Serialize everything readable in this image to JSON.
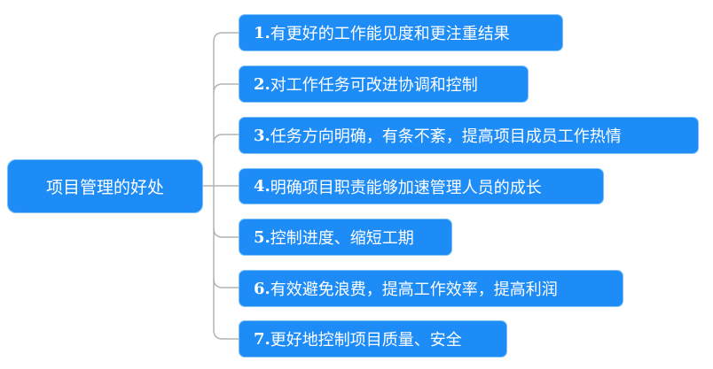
{
  "diagram": {
    "type": "mind-map",
    "root": {
      "label": "项目管理的好处"
    },
    "branches": [
      {
        "num": "1.",
        "text": "有更好的工作能见度和更注重结果"
      },
      {
        "num": "2.",
        "text": "对工作任务可改进协调和控制"
      },
      {
        "num": "3.",
        "text": "任务方向明确，有条不紊，提高项目成员工作热情"
      },
      {
        "num": "4.",
        "text": "明确项目职责能够加速管理人员的成长"
      },
      {
        "num": "5.",
        "text": "控制进度、缩短工期"
      },
      {
        "num": "6.",
        "text": "有效避免浪费，提高工作效率，提高利润"
      },
      {
        "num": "7.",
        "text": "更好地控制项目质量、安全"
      }
    ],
    "colors": {
      "node_fill": "#1e8cf7",
      "node_border": "#7cc0f5",
      "node_text": "#ffffff",
      "connector": "#b4b4b4"
    }
  }
}
